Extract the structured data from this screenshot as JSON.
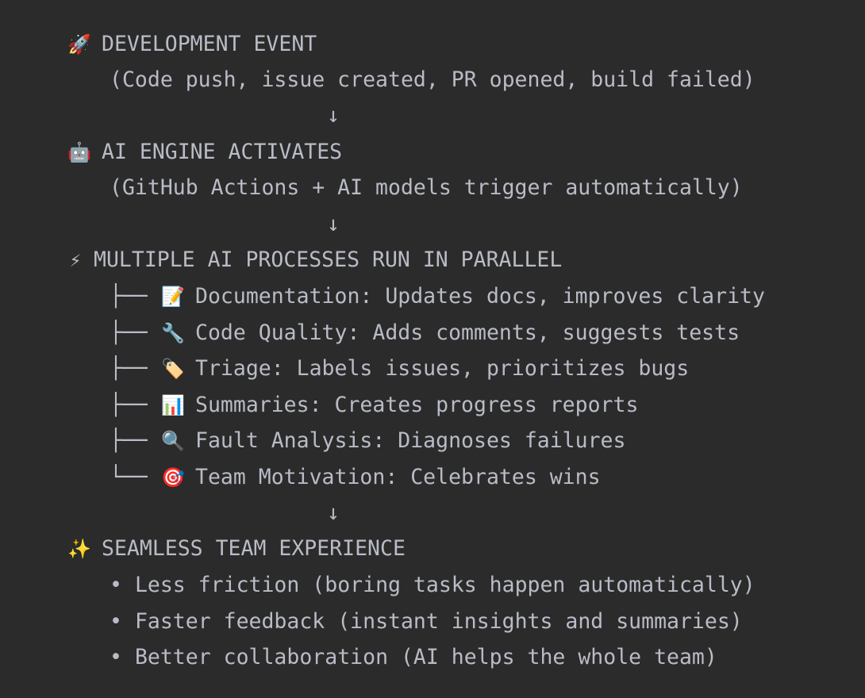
{
  "colors": {
    "background": "#2b2b2b",
    "text": "#b9bcc6"
  },
  "sections": [
    {
      "icon": "🚀",
      "icon_name": "rocket-icon",
      "title": "DEVELOPMENT EVENT",
      "subtitle": "(Code push, issue created, PR opened, build failed)"
    },
    {
      "icon": "🤖",
      "icon_name": "robot-icon",
      "title": "AI ENGINE ACTIVATES",
      "subtitle": "(GitHub Actions + AI models trigger automatically)"
    },
    {
      "icon": "⚡",
      "icon_name": "lightning-icon",
      "title": "MULTIPLE AI PROCESSES RUN IN PARALLEL"
    },
    {
      "icon": "✨",
      "icon_name": "sparkles-icon",
      "title": "SEAMLESS TEAM EXPERIENCE"
    }
  ],
  "arrow": "↓",
  "processes": [
    {
      "branch": "├──",
      "icon": "📝",
      "icon_name": "memo-icon",
      "text": "Documentation: Updates docs, improves clarity"
    },
    {
      "branch": "├──",
      "icon": "🔧",
      "icon_name": "wrench-icon",
      "text": "Code Quality: Adds comments, suggests tests"
    },
    {
      "branch": "├──",
      "icon": "🏷️",
      "icon_name": "label-tag-icon",
      "text": "Triage: Labels issues, prioritizes bugs"
    },
    {
      "branch": "├──",
      "icon": "📊",
      "icon_name": "bar-chart-icon",
      "text": "Summaries: Creates progress reports"
    },
    {
      "branch": "├──",
      "icon": "🔍",
      "icon_name": "magnifier-icon",
      "text": "Fault Analysis: Diagnoses failures"
    },
    {
      "branch": "└──",
      "icon": "🎯",
      "icon_name": "target-icon",
      "text": "Team Motivation: Celebrates wins"
    }
  ],
  "bullet": "•",
  "benefits": [
    "Less friction (boring tasks happen automatically)",
    "Faster feedback (instant insights and summaries)",
    "Better collaboration (AI helps the whole team)"
  ]
}
